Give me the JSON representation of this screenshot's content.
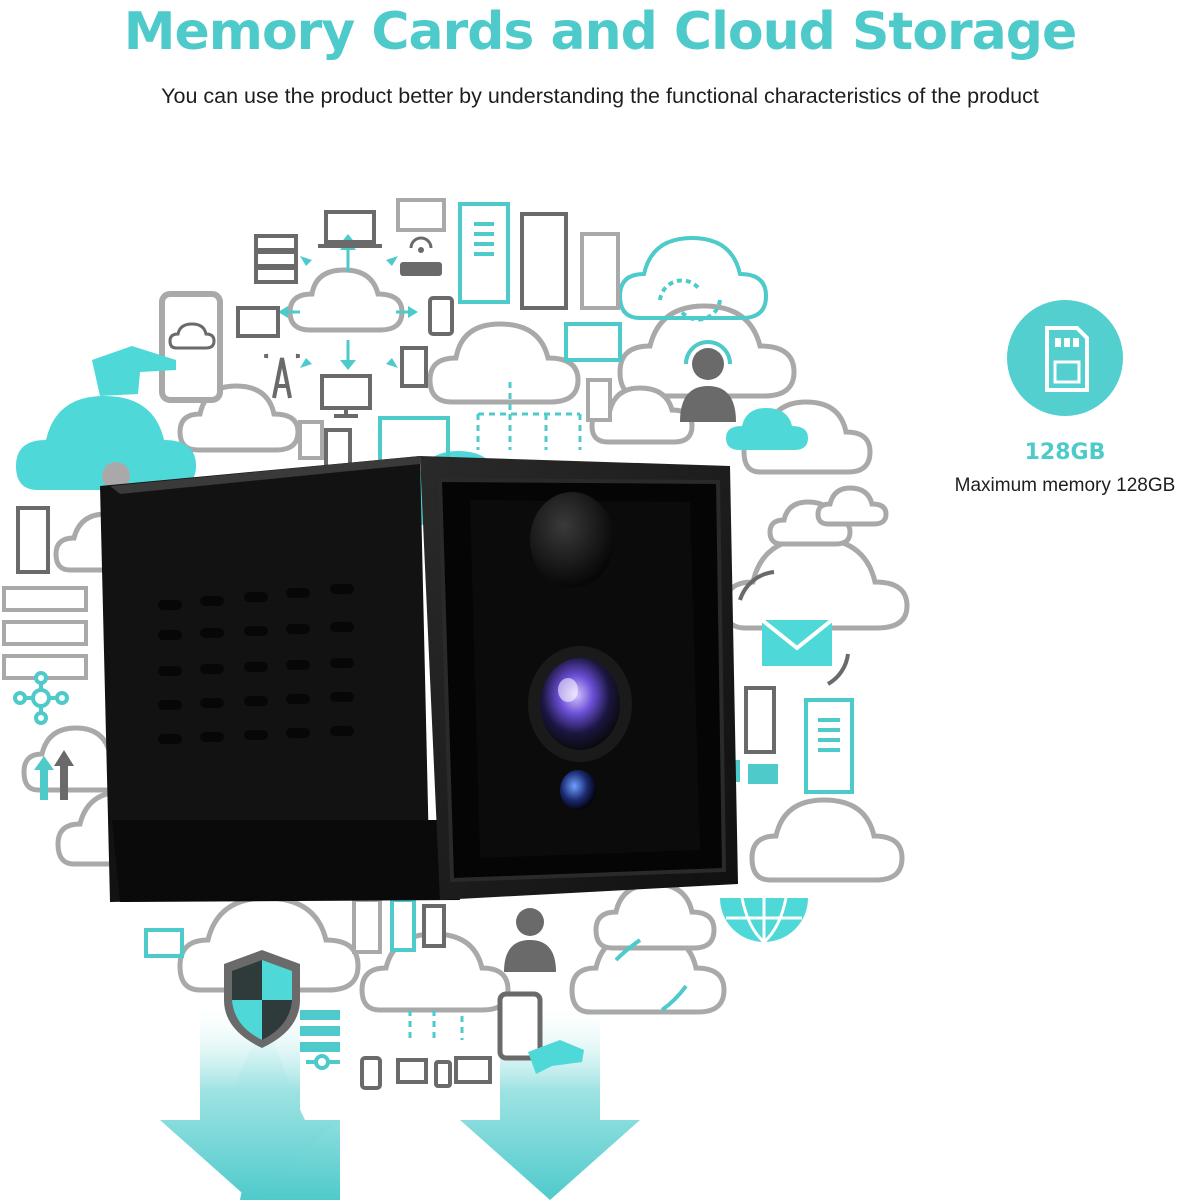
{
  "header": {
    "title": "Memory Cards and Cloud Storage",
    "subtitle": "You can use the product better by understanding the functional characteristics of the product"
  },
  "feature": {
    "icon": "sd-card-icon",
    "capacity": "128GB",
    "description": "Maximum memory 128GB"
  },
  "illustration": {
    "subject": "camera-icon",
    "background": "cloud-network-icons",
    "colors": {
      "accent": "#4fcacb",
      "gray": "#a9a9a9",
      "dark": "#6a6a6a",
      "camera": "#141414"
    }
  }
}
